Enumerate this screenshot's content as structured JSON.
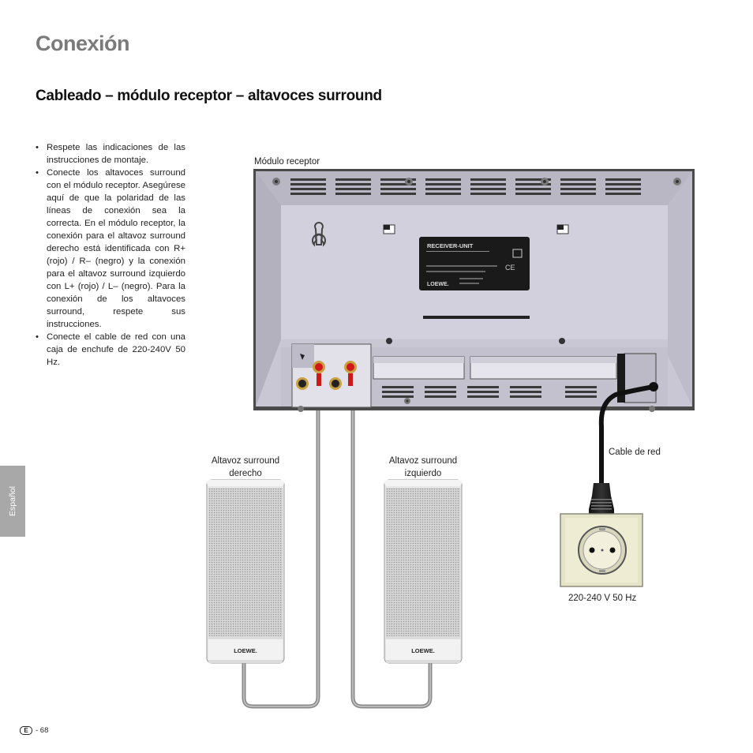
{
  "page": {
    "title": "Conexión",
    "subtitle": "Cableado – módulo receptor – altavoces surround",
    "side_tab": "Español",
    "footer": {
      "badge": "E",
      "page": "- 68"
    }
  },
  "instructions": [
    "Respete las indicaciones de las instrucciones de montaje.",
    "Conecte los altavoces surround con el módulo receptor. Asegúrese aquí de que la polaridad de las líneas de conexión sea la correcta. En el módulo receptor, la conexión para el altavoz surround derecho está identificada con R+ (rojo) / R– (negro) y la conexión para el altavoz surround izquierdo con L+ (rojo) / L– (negro). Para la conexión de los altavoces surround, respete sus instrucciones.",
    "Conecte el cable de red con una caja de enchufe de 220-240V 50 Hz."
  ],
  "diagram": {
    "receiver_label": "Módulo receptor",
    "speaker_right_label": "Altavoz surround derecho",
    "speaker_left_label": "Altavoz surround izquierdo",
    "power_cable_label": "Cable de red",
    "socket_label": "220-240 V 50 Hz",
    "unit_plate_title": "RECEIVER-UNIT",
    "brand": "LOEWE."
  },
  "colors": {
    "heading_gray": "#7a7a7a",
    "panel": "#c9c7d3",
    "speaker_mesh": "#bdbdbd",
    "terminal_red": "#d01818"
  }
}
